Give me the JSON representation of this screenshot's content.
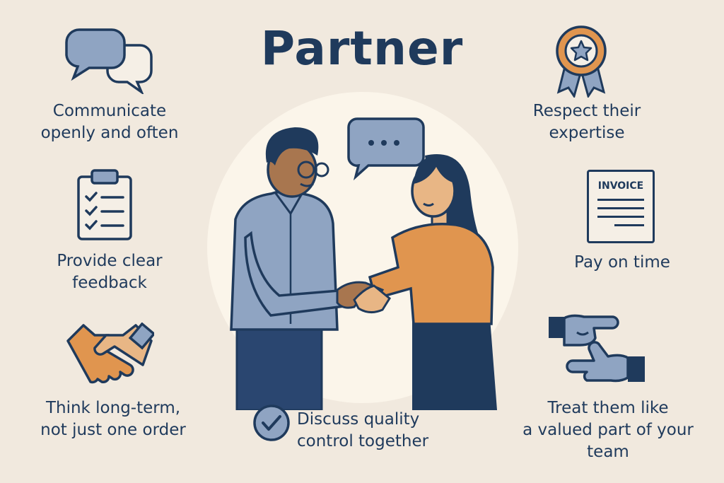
{
  "title": "Partner",
  "tips": {
    "communicate": {
      "line1": "Communicate",
      "line2": "openly and often",
      "icon": "speech-bubbles-icon"
    },
    "feedback": {
      "line1": "Provide clear",
      "line2": "feedback",
      "icon": "clipboard-checklist-icon"
    },
    "long_term": {
      "line1": "Think long-term,",
      "line2": "not just one order",
      "icon": "handshake-icon"
    },
    "quality": {
      "line1": "Discuss quality",
      "line2": "control together",
      "icon": "check-circle-icon"
    },
    "expertise": {
      "line1": "Respect their",
      "line2": "expertise",
      "icon": "award-ribbon-icon"
    },
    "pay": {
      "line1": "Pay on time",
      "icon": "invoice-icon",
      "invoice_label": "INVOICE"
    },
    "team": {
      "line1": "Treat them like",
      "line2": "a valued part of your",
      "line3": "team",
      "icon": "pointing-hands-icon"
    }
  },
  "colors": {
    "navy": "#1f3a5c",
    "blue_gray": "#8fa4c2",
    "orange": "#e0954f",
    "background": "#f1e9de",
    "circle": "#fbf5ea"
  }
}
